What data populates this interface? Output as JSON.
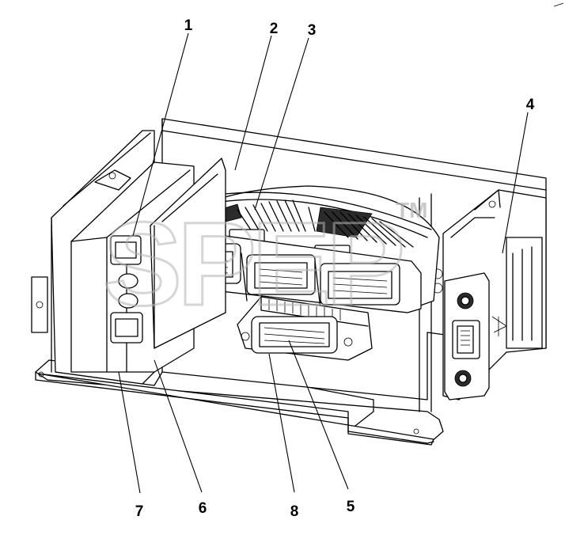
{
  "watermark": {
    "text": "SPEP",
    "trademark": "TM"
  },
  "callouts": [
    {
      "id": "1",
      "label": "1"
    },
    {
      "id": "2",
      "label": "2"
    },
    {
      "id": "3",
      "label": "3"
    },
    {
      "id": "4",
      "label": "4"
    },
    {
      "id": "5",
      "label": "5"
    },
    {
      "id": "6",
      "label": "6"
    },
    {
      "id": "7",
      "label": "7"
    },
    {
      "id": "8",
      "label": "8"
    }
  ],
  "colors": {
    "line": "#000000",
    "background": "#ffffff",
    "watermark": "#b4b4b4"
  }
}
